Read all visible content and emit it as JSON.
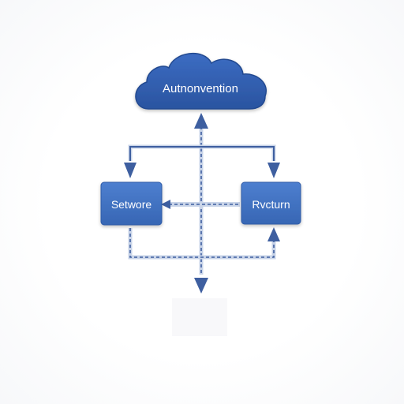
{
  "diagram": {
    "cloud": {
      "label": "Autnonvention"
    },
    "nodes": {
      "left": {
        "label": "Setwore"
      },
      "right": {
        "label": "Rvcturn"
      }
    }
  },
  "colors": {
    "node_fill": "#3f6fbf",
    "node_fill_dark": "#2f5ba8",
    "cloud_fill": "#2f5ba8",
    "connector_line": "#3e5fa0",
    "connector_light": "#c9d4e8",
    "background": "#ffffff"
  }
}
